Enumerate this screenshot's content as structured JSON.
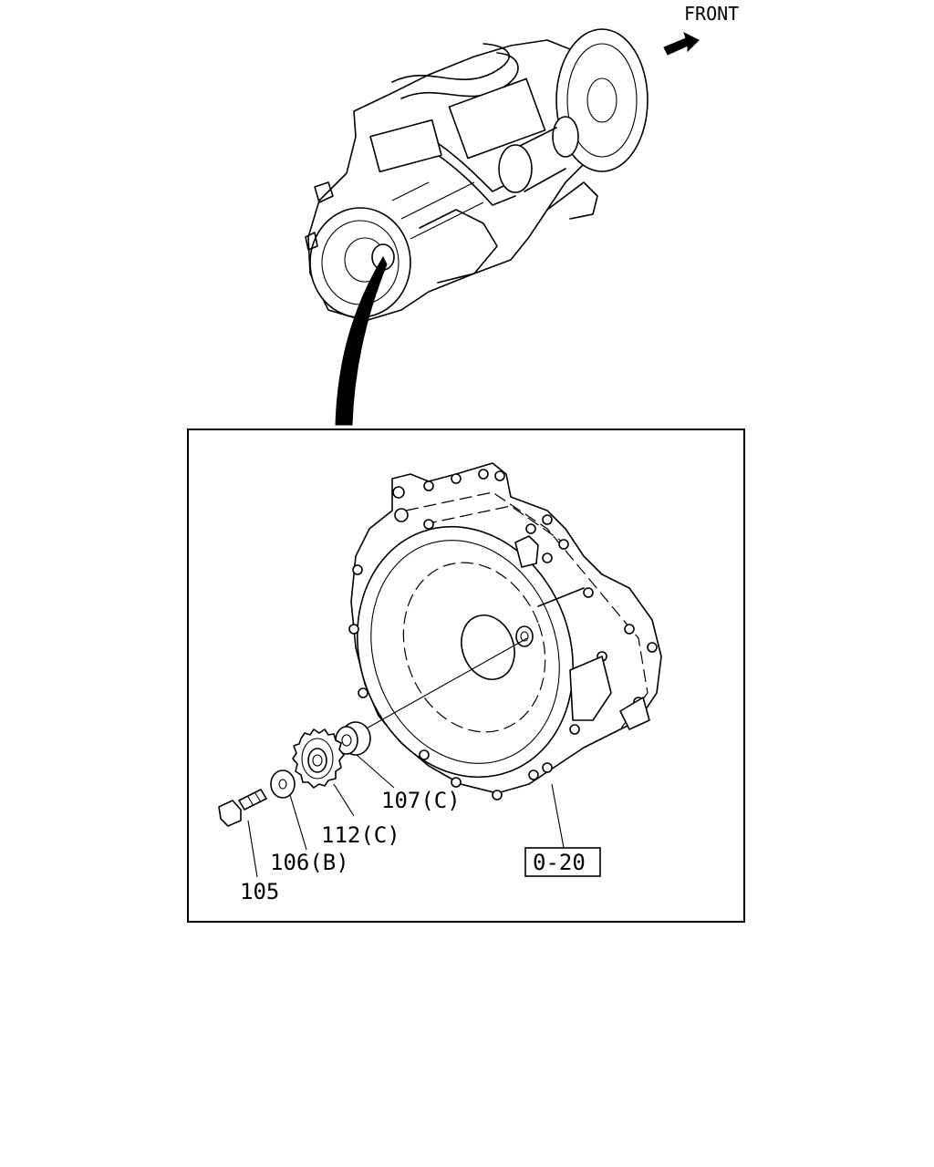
{
  "header": {
    "front_label": "FRONT"
  },
  "callouts": {
    "bolt": "105",
    "washer": "106(B)",
    "gear": "112(C)",
    "bushing": "107(C)",
    "housing_ref": "0-20"
  }
}
